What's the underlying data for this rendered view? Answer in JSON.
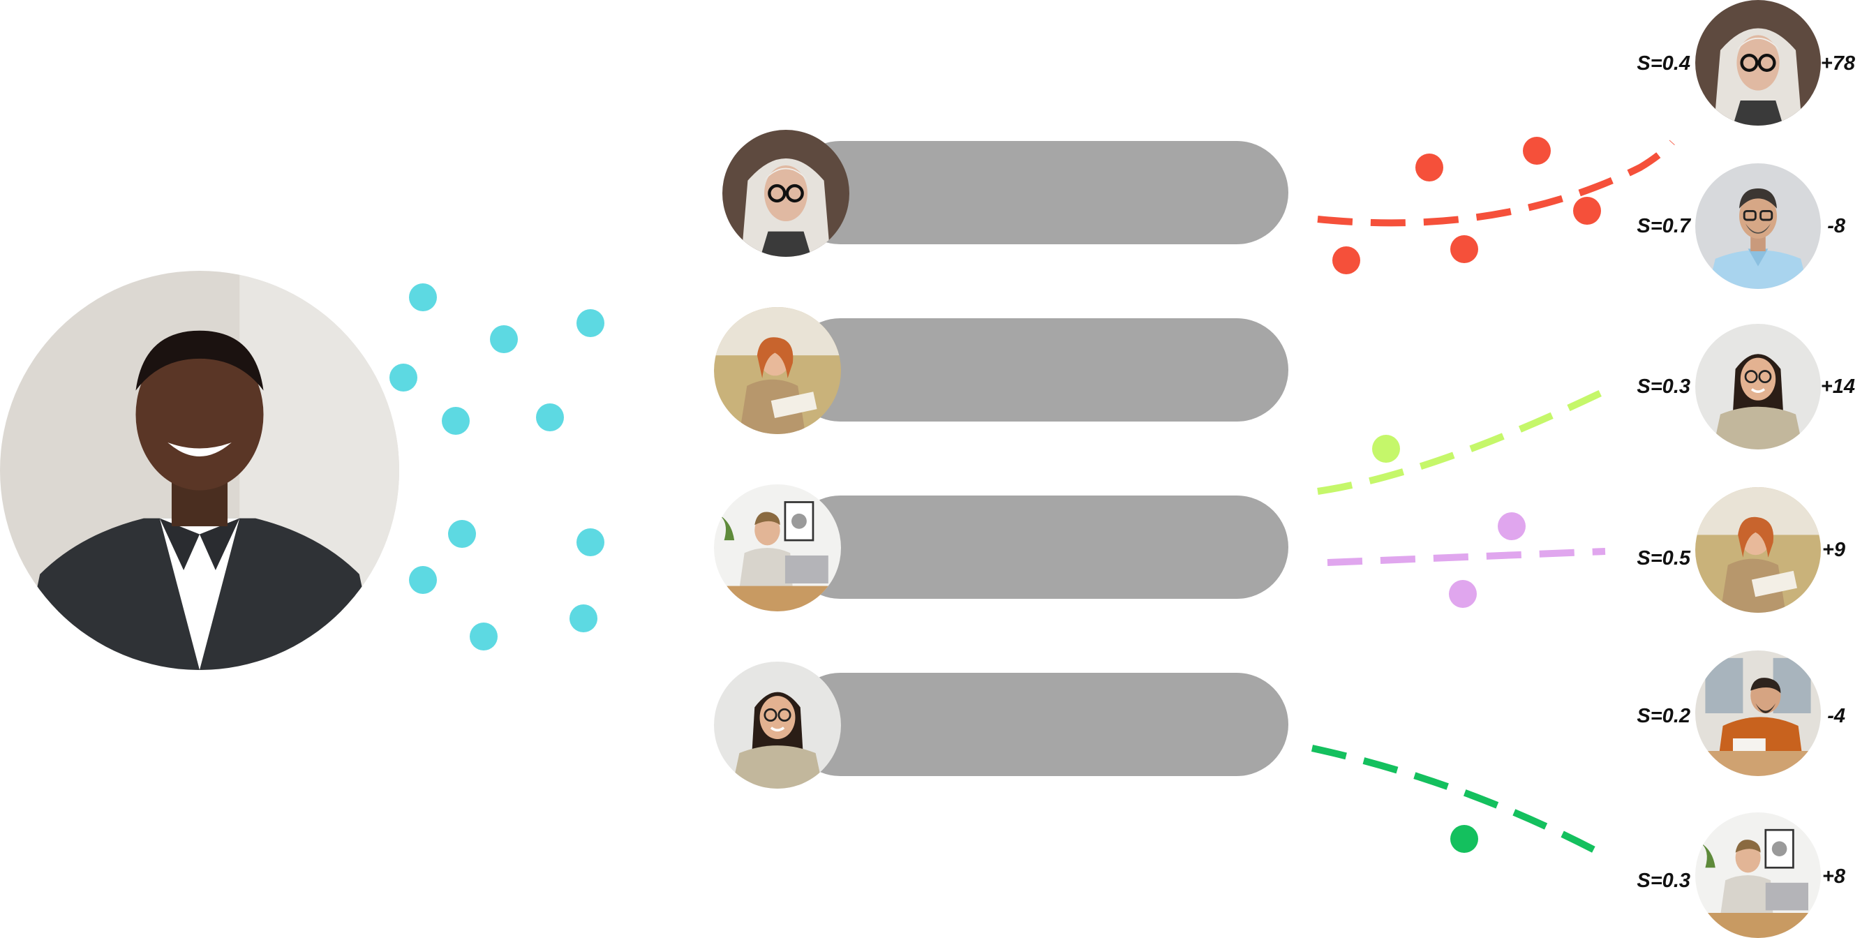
{
  "colors": {
    "query_dots": "#5dd9e2",
    "bar": "#a6a6a6",
    "groups": [
      "#f5503a",
      "#c5f76a",
      "#e0a6ee",
      "#14c05e"
    ]
  },
  "query_person": {
    "icon": "man-in-blazer-portrait"
  },
  "candidates": [
    {
      "icon": "older-woman-glasses-portrait"
    },
    {
      "icon": "woman-writing-outdoors-portrait"
    },
    {
      "icon": "man-laptop-desk-portrait"
    },
    {
      "icon": "young-woman-sweater-portrait"
    }
  ],
  "results": [
    {
      "score": "S=0.4",
      "delta": "+78",
      "icon": "older-woman-glasses-portrait"
    },
    {
      "score": "S=0.7",
      "delta": "-8",
      "icon": "man-blue-shirt-portrait"
    },
    {
      "score": "S=0.3",
      "delta": "+14",
      "icon": "young-woman-sweater-portrait"
    },
    {
      "score": "S=0.5",
      "delta": "+9",
      "icon": "woman-writing-outdoors-portrait"
    },
    {
      "score": "S=0.2",
      "delta": "-4",
      "icon": "man-orange-sweater-portrait"
    },
    {
      "score": "S=0.3",
      "delta": "+8",
      "icon": "man-laptop-desk-portrait"
    }
  ]
}
